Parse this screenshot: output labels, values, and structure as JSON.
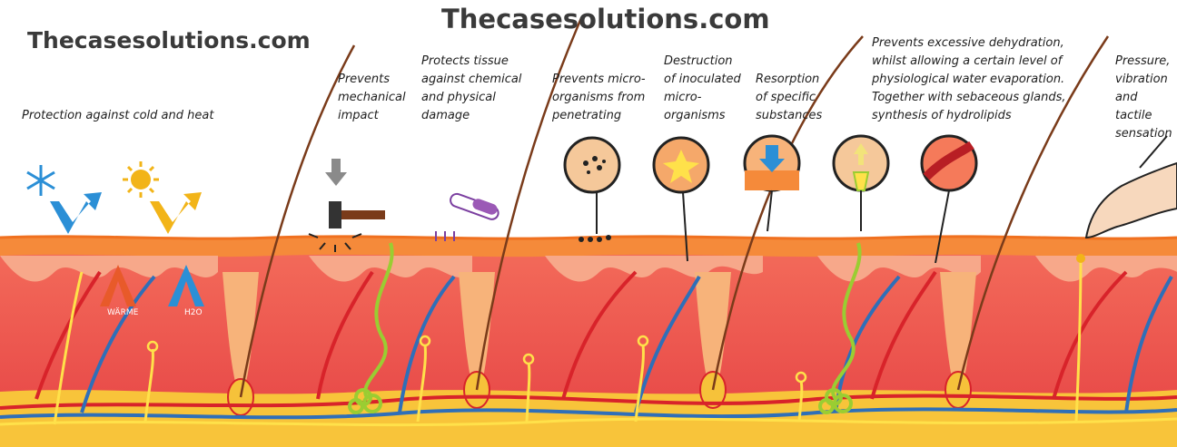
{
  "watermark": {
    "top": "Thecasesolutions.com",
    "left": "Thecasesolutions.com"
  },
  "labels": {
    "cold_heat": "Protection against cold and heat",
    "mechanical": "Prevents\nmechanical\nimpact",
    "chemical": "Protects tissue\nagainst chemical\nand physical\ndamage",
    "microorganisms": "Prevents micro-\norganisms from\npenetrating",
    "destruction": "Destruction\nof inoculated\nmicro-\norganisms",
    "resorption": "Resorption\nof specific\nsubstances",
    "dehydration": "Prevents excessive dehydration,\nwhilst allowing a certain level of\nphysiological water evaporation.\nTogether with sebaceous glands,\nsynthesis of hydrolipids",
    "pressure": "Pressure,\nvibration\nand tactile\nsensation"
  },
  "heat_exchange": {
    "warm": "WÄRME",
    "water": "H2O"
  },
  "colors": {
    "epidermis": "#f58a3a",
    "dermis": "#ee6a5a",
    "dermis_papillae": "#f7a88a",
    "hypodermis": "#f8c43a",
    "artery": "#d8232a",
    "vein": "#2f6fb8",
    "nerve": "#ffe14a",
    "sweat_gland": "#9acd32",
    "hair": "#7a3b1a",
    "cold_arrow": "#2b8fd6",
    "warm_arrow": "#f2b418"
  }
}
